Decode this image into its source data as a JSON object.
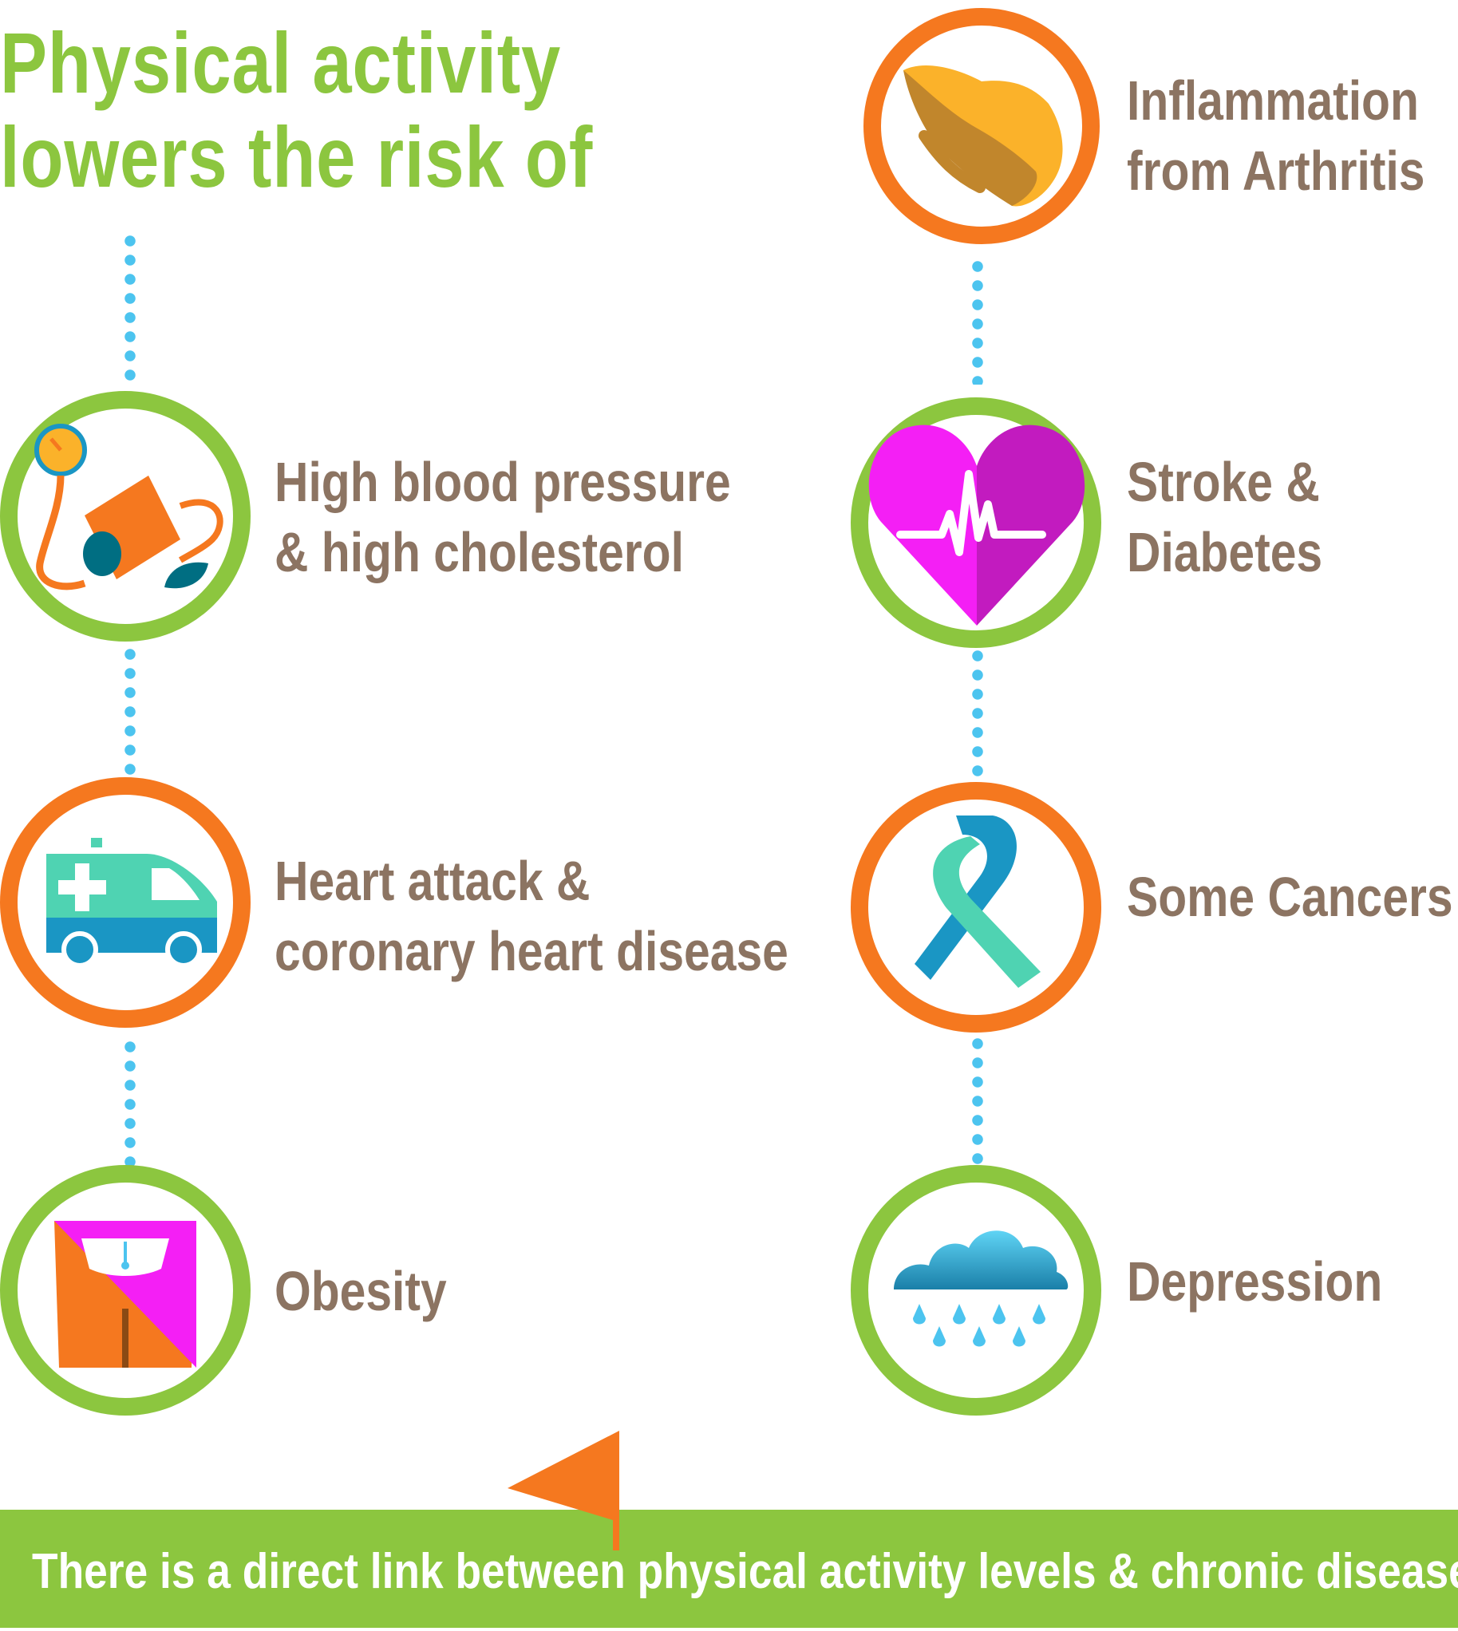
{
  "title": {
    "line1": "Physical activity",
    "line2": "lowers the risk of"
  },
  "items": [
    {
      "icon": "hand-icon",
      "ring": "#f5781f",
      "line1": "Inflammation",
      "line2": "from Arthritis"
    },
    {
      "icon": "blood-pressure-cuff-icon",
      "ring": "#8cc63f",
      "line1": "High blood pressure",
      "line2": "& high cholesterol"
    },
    {
      "icon": "heart-heartbeat-icon",
      "ring": "#8cc63f",
      "line1": "Stroke &",
      "line2": "Diabetes"
    },
    {
      "icon": "ambulance-icon",
      "ring": "#f5781f",
      "line1": "Heart attack &",
      "line2": "coronary heart disease"
    },
    {
      "icon": "awareness-ribbon-icon",
      "ring": "#f5781f",
      "line1": "Some Cancers"
    },
    {
      "icon": "weight-scale-icon",
      "ring": "#8cc63f",
      "line1": "Obesity"
    },
    {
      "icon": "rain-cloud-icon",
      "ring": "#8cc63f",
      "line1": "Depression"
    }
  ],
  "banner": {
    "text": "There is a direct link between physical activity levels & chronic disease."
  },
  "colors": {
    "green": "#8cc63f",
    "orange": "#f5781f",
    "label_brown": "#8c7462",
    "dot_blue": "#4cc4ef",
    "magenta": "#f41ff5",
    "teal": "#4fd3b2",
    "blue": "#1a96c4"
  }
}
